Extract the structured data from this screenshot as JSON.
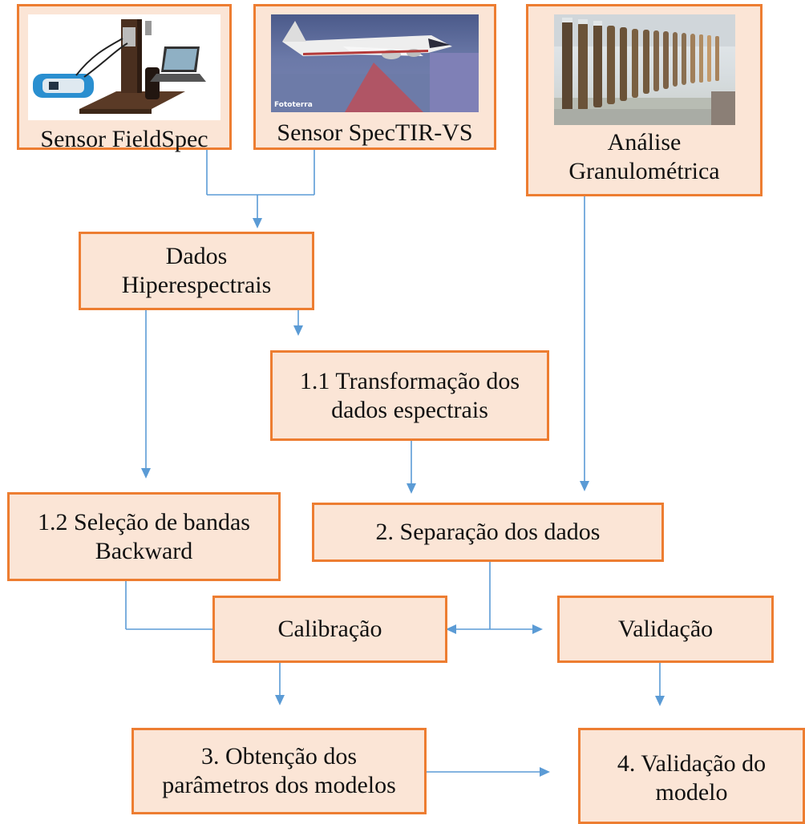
{
  "sources": {
    "fieldspec": {
      "label": "Sensor FieldSpec",
      "image": "fieldspec-spectroradiometer-setup"
    },
    "spectir": {
      "label": "Sensor SpecTIR-VS",
      "image": "airborne-sensor-aircraft",
      "watermark": "Fototerra"
    },
    "granulometria": {
      "label_lines": [
        "Análise",
        "Granulométrica"
      ],
      "image": "sedimentation-columns-lab"
    }
  },
  "steps": {
    "dados": {
      "lines": [
        "Dados",
        "Hiperespectrais"
      ]
    },
    "transformacao": {
      "lines": [
        "1.1 Transformação dos",
        "dados espectrais"
      ]
    },
    "selecao": {
      "lines": [
        "1.2 Seleção de bandas",
        "Backward"
      ]
    },
    "separacao": {
      "lines": [
        "2. Separação dos dados"
      ]
    },
    "calibracao": {
      "lines": [
        "Calibração"
      ]
    },
    "validacao": {
      "lines": [
        "Validação"
      ]
    },
    "obtencao": {
      "lines": [
        "3. Obtenção dos",
        "parâmetros dos modelos"
      ]
    },
    "validacao_modelo": {
      "lines": [
        "4. Validação do",
        "modelo"
      ]
    }
  },
  "colors": {
    "box_fill": "#fbe5d6",
    "box_border": "#ed7d31",
    "connector": "#5b9bd5"
  }
}
